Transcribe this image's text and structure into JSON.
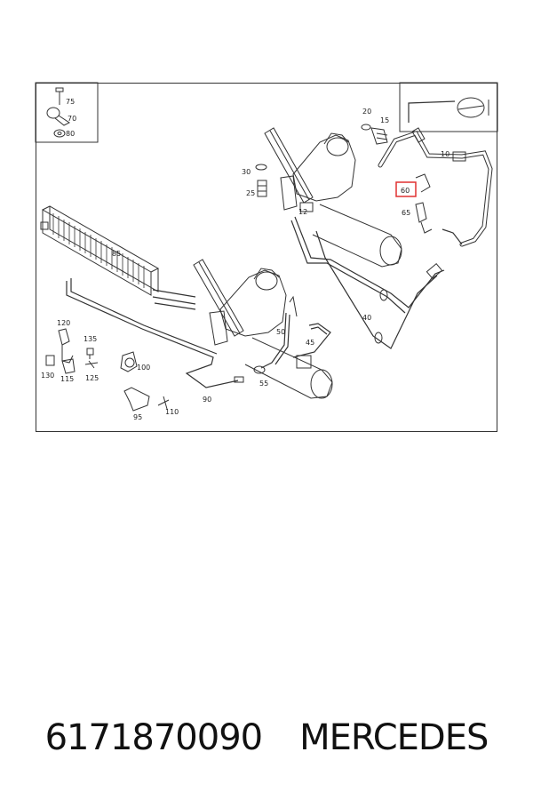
{
  "diagram": {
    "labels": {
      "l75": "75",
      "l70": "70",
      "l80": "80",
      "l20": "20",
      "l15": "15",
      "l10": "10",
      "l30": "30",
      "l25": "25",
      "l12": "12",
      "l60": "60",
      "l65": "65",
      "l85": "85",
      "l40": "40",
      "l50": "50",
      "l45": "45",
      "l120": "120",
      "l135": "135",
      "l130": "130",
      "l115": "115",
      "l125": "125",
      "l100": "100",
      "l55": "55",
      "l90": "90",
      "l95": "95",
      "l110": "110"
    },
    "highlight_color": "#e03030"
  },
  "caption": {
    "part_number": "6171870090",
    "brand": "MERCEDES"
  }
}
